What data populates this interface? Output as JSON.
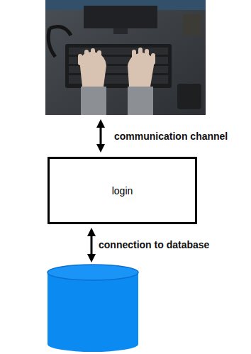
{
  "diagram": {
    "nodes": [
      {
        "text": [
          "login"
        ]
      }
    ],
    "labels": [
      "communication channel",
      "connection to database"
    ]
  }
}
